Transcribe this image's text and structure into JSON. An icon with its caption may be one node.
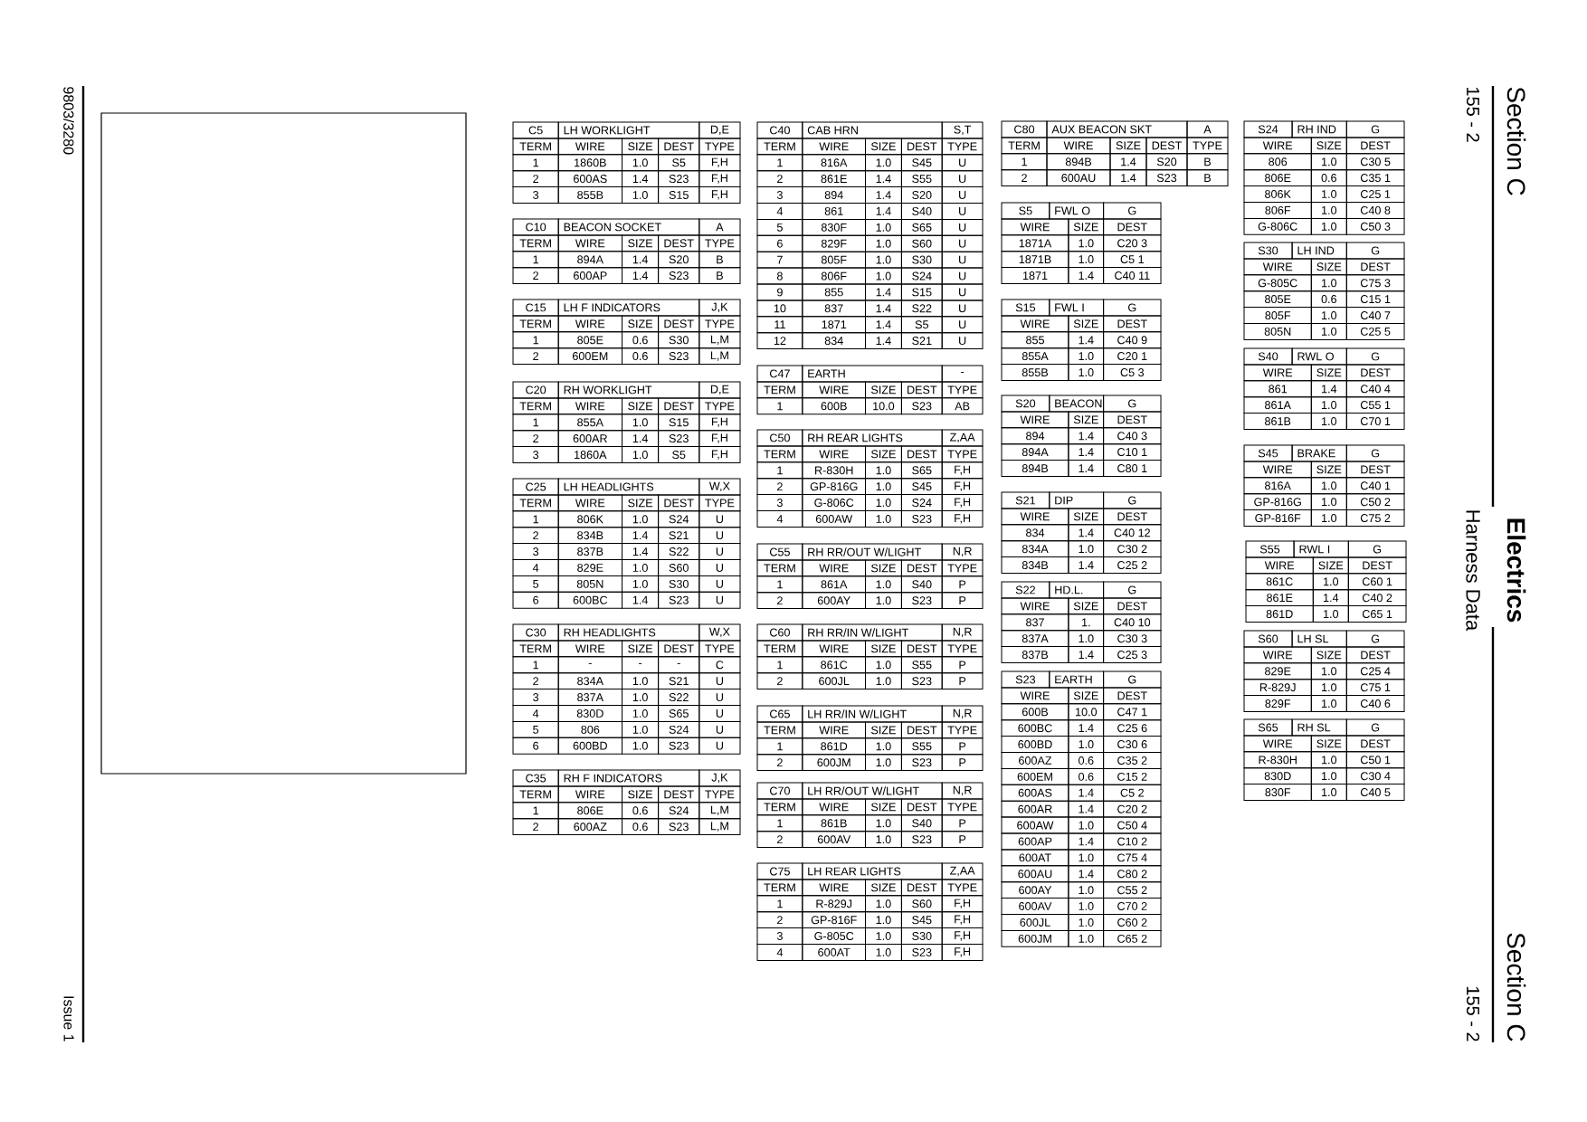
{
  "diagram": {
    "title": "Electrics",
    "nodes": [
      {
        "text": [],
        "shape": "box"
      }
    ],
    "labels": [
      "Section C",
      "155 - 2",
      "Harness Data",
      "Section C",
      "155 - 2",
      "9803/3280",
      "Issue 1",
      "C5",
      "LH WORKLIGHT",
      "D,E",
      "TERM",
      "WIRE",
      "SIZE",
      "DEST",
      "TYPE",
      "1",
      "1860B",
      "1.0",
      "S5",
      "F,H",
      "2",
      "600AS",
      "1.4",
      "S23",
      "F,H",
      "3",
      "855B",
      "1.0",
      "S15",
      "F,H",
      "C10",
      "BEACON SOCKET",
      "A",
      "TERM",
      "WIRE",
      "SIZE",
      "DEST",
      "TYPE",
      "1",
      "894A",
      "1.4",
      "S20",
      "B",
      "2",
      "600AP",
      "1.4",
      "S23",
      "B",
      "C15",
      "LH F INDICATORS",
      "J,K",
      "TERM",
      "WIRE",
      "SIZE",
      "DEST",
      "TYPE",
      "1",
      "805E",
      "0.6",
      "S30",
      "L,M",
      "2",
      "600EM",
      "0.6",
      "S23",
      "L,M",
      "C20",
      "RH WORKLIGHT",
      "D,E",
      "TERM",
      "WIRE",
      "SIZE",
      "DEST",
      "TYPE",
      "1",
      "855A",
      "1.0",
      "S15",
      "F,H",
      "2",
      "600AR",
      "1.4",
      "S23",
      "F,H",
      "3",
      "1860A",
      "1.0",
      "S5",
      "F,H",
      "C25",
      "LH HEADLIGHTS",
      "W,X",
      "TERM",
      "WIRE",
      "SIZE",
      "DEST",
      "TYPE",
      "1",
      "806K",
      "1.0",
      "S24",
      "U",
      "2",
      "834B",
      "1.4",
      "S21",
      "U",
      "3",
      "837B",
      "1.4",
      "S22",
      "U",
      "4",
      "829E",
      "1.0",
      "S60",
      "U",
      "5",
      "805N",
      "1.0",
      "S30",
      "U",
      "6",
      "600BC",
      "1.4",
      "S23",
      "U",
      "C30",
      "RH HEADLIGHTS",
      "W,X",
      "TERM",
      "WIRE",
      "SIZE",
      "DEST",
      "TYPE",
      "1",
      "-",
      "-",
      "-",
      "C",
      "2",
      "834A",
      "1.0",
      "S21",
      "U",
      "3",
      "837A",
      "1.0",
      "S22",
      "U",
      "4",
      "830D",
      "1.0",
      "S65",
      "U",
      "5",
      "806",
      "1.0",
      "S24",
      "U",
      "6",
      "600BD",
      "1.0",
      "S23",
      "U",
      "C35",
      "RH F INDICATORS",
      "J,K",
      "TERM",
      "WIRE",
      "SIZE",
      "DEST",
      "TYPE",
      "1",
      "806E",
      "0.6",
      "S24",
      "L,M",
      "2",
      "600AZ",
      "0.6",
      "S23",
      "L,M",
      "C40",
      "CAB HRN",
      "S,T",
      "TERM",
      "WIRE",
      "SIZE",
      "DEST",
      "TYPE",
      "1",
      "816A",
      "1.0",
      "S45",
      "U",
      "2",
      "861E",
      "1.4",
      "S55",
      "U",
      "3",
      "894",
      "1.4",
      "S20",
      "U",
      "4",
      "861",
      "1.4",
      "S40",
      "U",
      "5",
      "830F",
      "1.0",
      "S65",
      "U",
      "6",
      "829F",
      "1.0",
      "S60",
      "U",
      "7",
      "805F",
      "1.0",
      "S30",
      "U",
      "8",
      "806F",
      "1.0",
      "S24",
      "U",
      "9",
      "855",
      "1.4",
      "S15",
      "U",
      "10",
      "837",
      "1.4",
      "S22",
      "U",
      "11",
      "1871",
      "1.4",
      "S5",
      "U",
      "12",
      "834",
      "1.4",
      "S21",
      "U",
      "C47",
      "EARTH",
      "-",
      "TERM",
      "WIRE",
      "SIZE",
      "DEST",
      "TYPE",
      "1",
      "600B",
      "10.0",
      "S23",
      "AB",
      "C50",
      "RH REAR LIGHTS",
      "Z,AA",
      "TERM",
      "WIRE",
      "SIZE",
      "DEST",
      "TYPE",
      "1",
      "R-830H",
      "1.0",
      "S65",
      "F,H",
      "2",
      "GP-816G",
      "1.0",
      "S45",
      "F,H",
      "3",
      "G-806C",
      "1.0",
      "S24",
      "F,H",
      "4",
      "600AW",
      "1.0",
      "S23",
      "F,H",
      "C55",
      "RH RR/OUT W/LIGHT",
      "N,R",
      "TERM",
      "WIRE",
      "SIZE",
      "DEST",
      "TYPE",
      "1",
      "861A",
      "1.0",
      "S40",
      "P",
      "2",
      "600AY",
      "1.0",
      "S23",
      "P",
      "C60",
      "RH RR/IN W/LIGHT",
      "N,R",
      "TERM",
      "WIRE",
      "SIZE",
      "DEST",
      "TYPE",
      "1",
      "861C",
      "1.0",
      "S55",
      "P",
      "2",
      "600JL",
      "1.0",
      "S23",
      "P",
      "C65",
      "LH RR/IN W/LIGHT",
      "N,R",
      "TERM",
      "WIRE",
      "SIZE",
      "DEST",
      "TYPE",
      "1",
      "861D",
      "1.0",
      "S55",
      "P",
      "2",
      "600JM",
      "1.0",
      "S23",
      "P",
      "C70",
      "LH RR/OUT W/LIGHT",
      "N,R",
      "TERM",
      "WIRE",
      "SIZE",
      "DEST",
      "TYPE",
      "1",
      "861B",
      "1.0",
      "S40",
      "P",
      "2",
      "600AV",
      "1.0",
      "S23",
      "P",
      "C75",
      "LH REAR LIGHTS",
      "Z,AA",
      "TERM",
      "WIRE",
      "SIZE",
      "DEST",
      "TYPE",
      "1",
      "R-829J",
      "1.0",
      "S60",
      "F,H",
      "2",
      "GP-816F",
      "1.0",
      "S45",
      "F,H",
      "3",
      "G-805C",
      "1.0",
      "S30",
      "F,H",
      "4",
      "600AT",
      "1.0",
      "S23",
      "F,H",
      "C80",
      "AUX BEACON SKT",
      "A",
      "TERM",
      "WIRE",
      "SIZE",
      "DEST",
      "TYPE",
      "1",
      "894B",
      "1.4",
      "S20",
      "B",
      "2",
      "600AU",
      "1.4",
      "S23",
      "B",
      "S5",
      "FWL O",
      "G",
      "WIRE",
      "SIZE",
      "DEST",
      "1871A",
      "1.0",
      "C20 3",
      "1871B",
      "1.0",
      "C5 1",
      "1871",
      "1.4",
      "C40 11",
      "S15",
      "FWL I",
      "G",
      "WIRE",
      "SIZE",
      "DEST",
      "855",
      "1.4",
      "C40 9",
      "855A",
      "1.0",
      "C20 1",
      "855B",
      "1.0",
      "C5 3",
      "S20",
      "BEACON",
      "G",
      "WIRE",
      "SIZE",
      "DEST",
      "894",
      "1.4",
      "C40 3",
      "894A",
      "1.4",
      "C10 1",
      "894B",
      "1.4",
      "C80 1",
      "S21",
      "DIP",
      "G",
      "WIRE",
      "SIZE",
      "DEST",
      "834",
      "1.4",
      "C40 12",
      "834A",
      "1.0",
      "C30 2",
      "834B",
      "1.4",
      "C25 2",
      "S22",
      "HD.L.",
      "G",
      "WIRE",
      "SIZE",
      "DEST",
      "837",
      "1.",
      "C40 10",
      "837A",
      "1.0",
      "C30 3",
      "837B",
      "1.4",
      "C25 3",
      "S23",
      "EARTH",
      "G",
      "WIRE",
      "SIZE",
      "DEST",
      "600B",
      "10.0",
      "C47 1",
      "600BC",
      "1.4",
      "C25 6",
      "600BD",
      "1.0",
      "C30 6",
      "600AZ",
      "0.6",
      "C35 2",
      "600EM",
      "0.6",
      "C15 2",
      "600AS",
      "1.4",
      "C5 2",
      "600AR",
      "1.4",
      "C20 2",
      "600AW",
      "1.0",
      "C50 4",
      "600AP",
      "1.4",
      "C10 2",
      "600AT",
      "1.0",
      "C75 4",
      "600AU",
      "1.4",
      "C80 2",
      "600AY",
      "1.0",
      "C55 2",
      "600AV",
      "1.0",
      "C70 2",
      "600JL",
      "1.0",
      "C60 2",
      "600JM",
      "1.0",
      "C65 2",
      "S24",
      "RH IND",
      "G",
      "WIRE",
      "SIZE",
      "DEST",
      "806",
      "1.0",
      "C30 5",
      "806E",
      "0.6",
      "C35 1",
      "806K",
      "1.0",
      "C25 1",
      "806F",
      "1.0",
      "C40 8",
      "G-806C",
      "1.0",
      "C50 3",
      "S30",
      "LH IND",
      "G",
      "WIRE",
      "SIZE",
      "DEST",
      "G-805C",
      "1.0",
      "C75 3",
      "805E",
      "0.6",
      "C15 1",
      "805F",
      "1.0",
      "C40 7",
      "805N",
      "1.0",
      "C25 5",
      "S40",
      "RWL O",
      "G",
      "WIRE",
      "SIZE",
      "DEST",
      "861",
      "1.4",
      "C40 4",
      "861A",
      "1.0",
      "C55 1",
      "861B",
      "1.0",
      "C70 1",
      "S45",
      "BRAKE",
      "G",
      "WIRE",
      "SIZE",
      "DEST",
      "816A",
      "1.0",
      "C40 1",
      "GP-816G",
      "1.0",
      "C50 2",
      "GP-816F",
      "1.0",
      "C75 2",
      "S55",
      "RWL I",
      "G",
      "WIRE",
      "SIZE",
      "DEST",
      "861C",
      "1.0",
      "C60 1",
      "861E",
      "1.4",
      "C40 2",
      "861D",
      "1.0",
      "C65 1",
      "S60",
      "LH SL",
      "G",
      "WIRE",
      "SIZE",
      "DEST",
      "829E",
      "1.0",
      "C25 4",
      "R-829J",
      "1.0",
      "C75 1",
      "829F",
      "1.0",
      "C40 6",
      "S65",
      "RH SL",
      "G",
      "WIRE",
      "SIZE",
      "DEST",
      "R-830H",
      "1.0",
      "C50 1",
      "830D",
      "1.0",
      "C30 4",
      "830F",
      "1.0",
      "C40 5"
    ]
  }
}
